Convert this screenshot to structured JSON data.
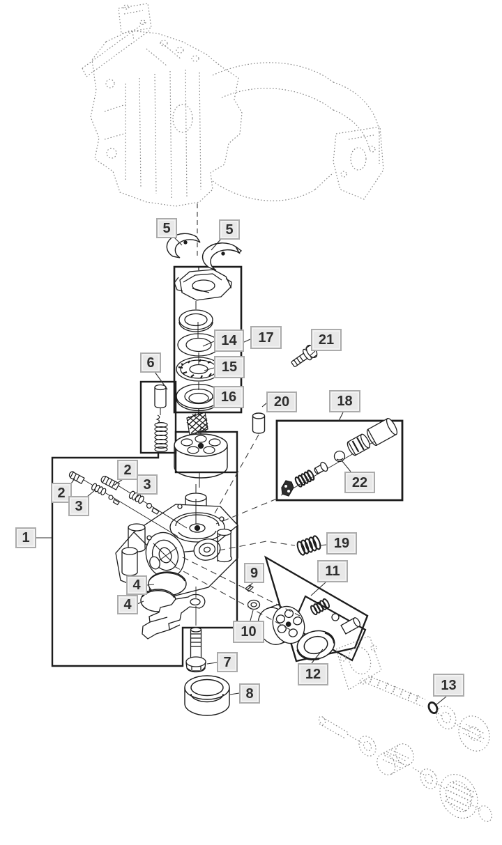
{
  "diagram": {
    "kind": "exploded-parts-diagram",
    "background_color": "#ffffff",
    "solid_line_color": "#1c1c1c",
    "phantom_line_color": "#878787",
    "callout_style": {
      "fill": "#e8e8e8",
      "border": "#ababab",
      "text_color": "#2e2e2e"
    },
    "callouts": [
      {
        "text": "1"
      },
      {
        "text": "2"
      },
      {
        "text": "2"
      },
      {
        "text": "3"
      },
      {
        "text": "3"
      },
      {
        "text": "4"
      },
      {
        "text": "4"
      },
      {
        "text": "5"
      },
      {
        "text": "5"
      },
      {
        "text": "6"
      },
      {
        "text": "7"
      },
      {
        "text": "8"
      },
      {
        "text": "9"
      },
      {
        "text": "10"
      },
      {
        "text": "11"
      },
      {
        "text": "12"
      },
      {
        "text": "13"
      },
      {
        "text": "14"
      },
      {
        "text": "15"
      },
      {
        "text": "16"
      },
      {
        "text": "17"
      },
      {
        "text": "18"
      },
      {
        "text": "19"
      },
      {
        "text": "20"
      },
      {
        "text": "21"
      },
      {
        "text": "22"
      }
    ]
  }
}
